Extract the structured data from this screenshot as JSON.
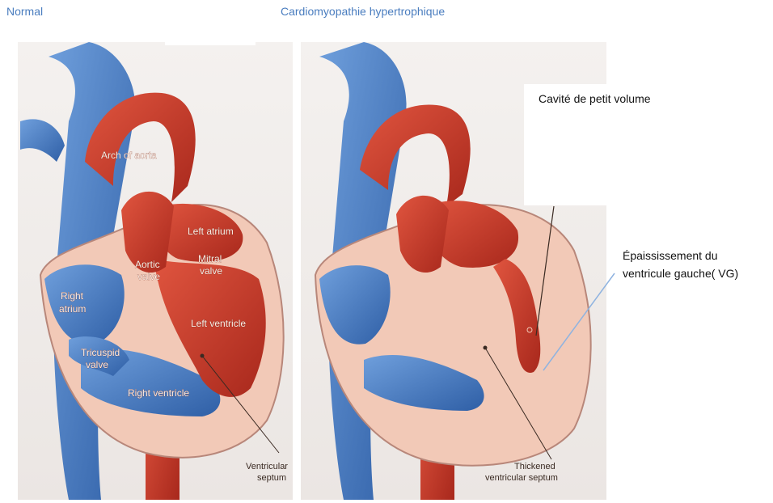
{
  "headings": {
    "normal": "Normal",
    "hcm": "Cardiomyopathie hypertrophique"
  },
  "annotations": {
    "small_cavity": "Cavité de petit volume",
    "lv_thickening_line1": "Épaississement du",
    "lv_thickening_line2": "ventricule gauche( VG)"
  },
  "normal_heart_labels": {
    "arch_of_aorta": "Arch of aorta",
    "left_atrium": "Left atrium",
    "aortic_valve_1": "Aortic",
    "aortic_valve_2": "valve",
    "mitral_valve_1": "Mitral",
    "mitral_valve_2": "valve",
    "right_atrium_1": "Right",
    "right_atrium_2": "atrium",
    "left_ventricle": "Left ventricle",
    "tricuspid_valve_1": "Tricuspid",
    "tricuspid_valve_2": "valve",
    "right_ventricle": "Right ventricle",
    "ventricular_septum_1": "Ventricular",
    "ventricular_septum_2": "septum"
  },
  "hcm_heart_labels": {
    "thickened_septum_1": "Thickened",
    "thickened_septum_2": "ventricular septum"
  },
  "colors": {
    "heading": "#4a7dbf",
    "artery_red": "#c9382a",
    "vein_blue": "#4d7fc4",
    "myocardium": "#f2c9b7",
    "pointer_line": "#8fb3e0"
  }
}
